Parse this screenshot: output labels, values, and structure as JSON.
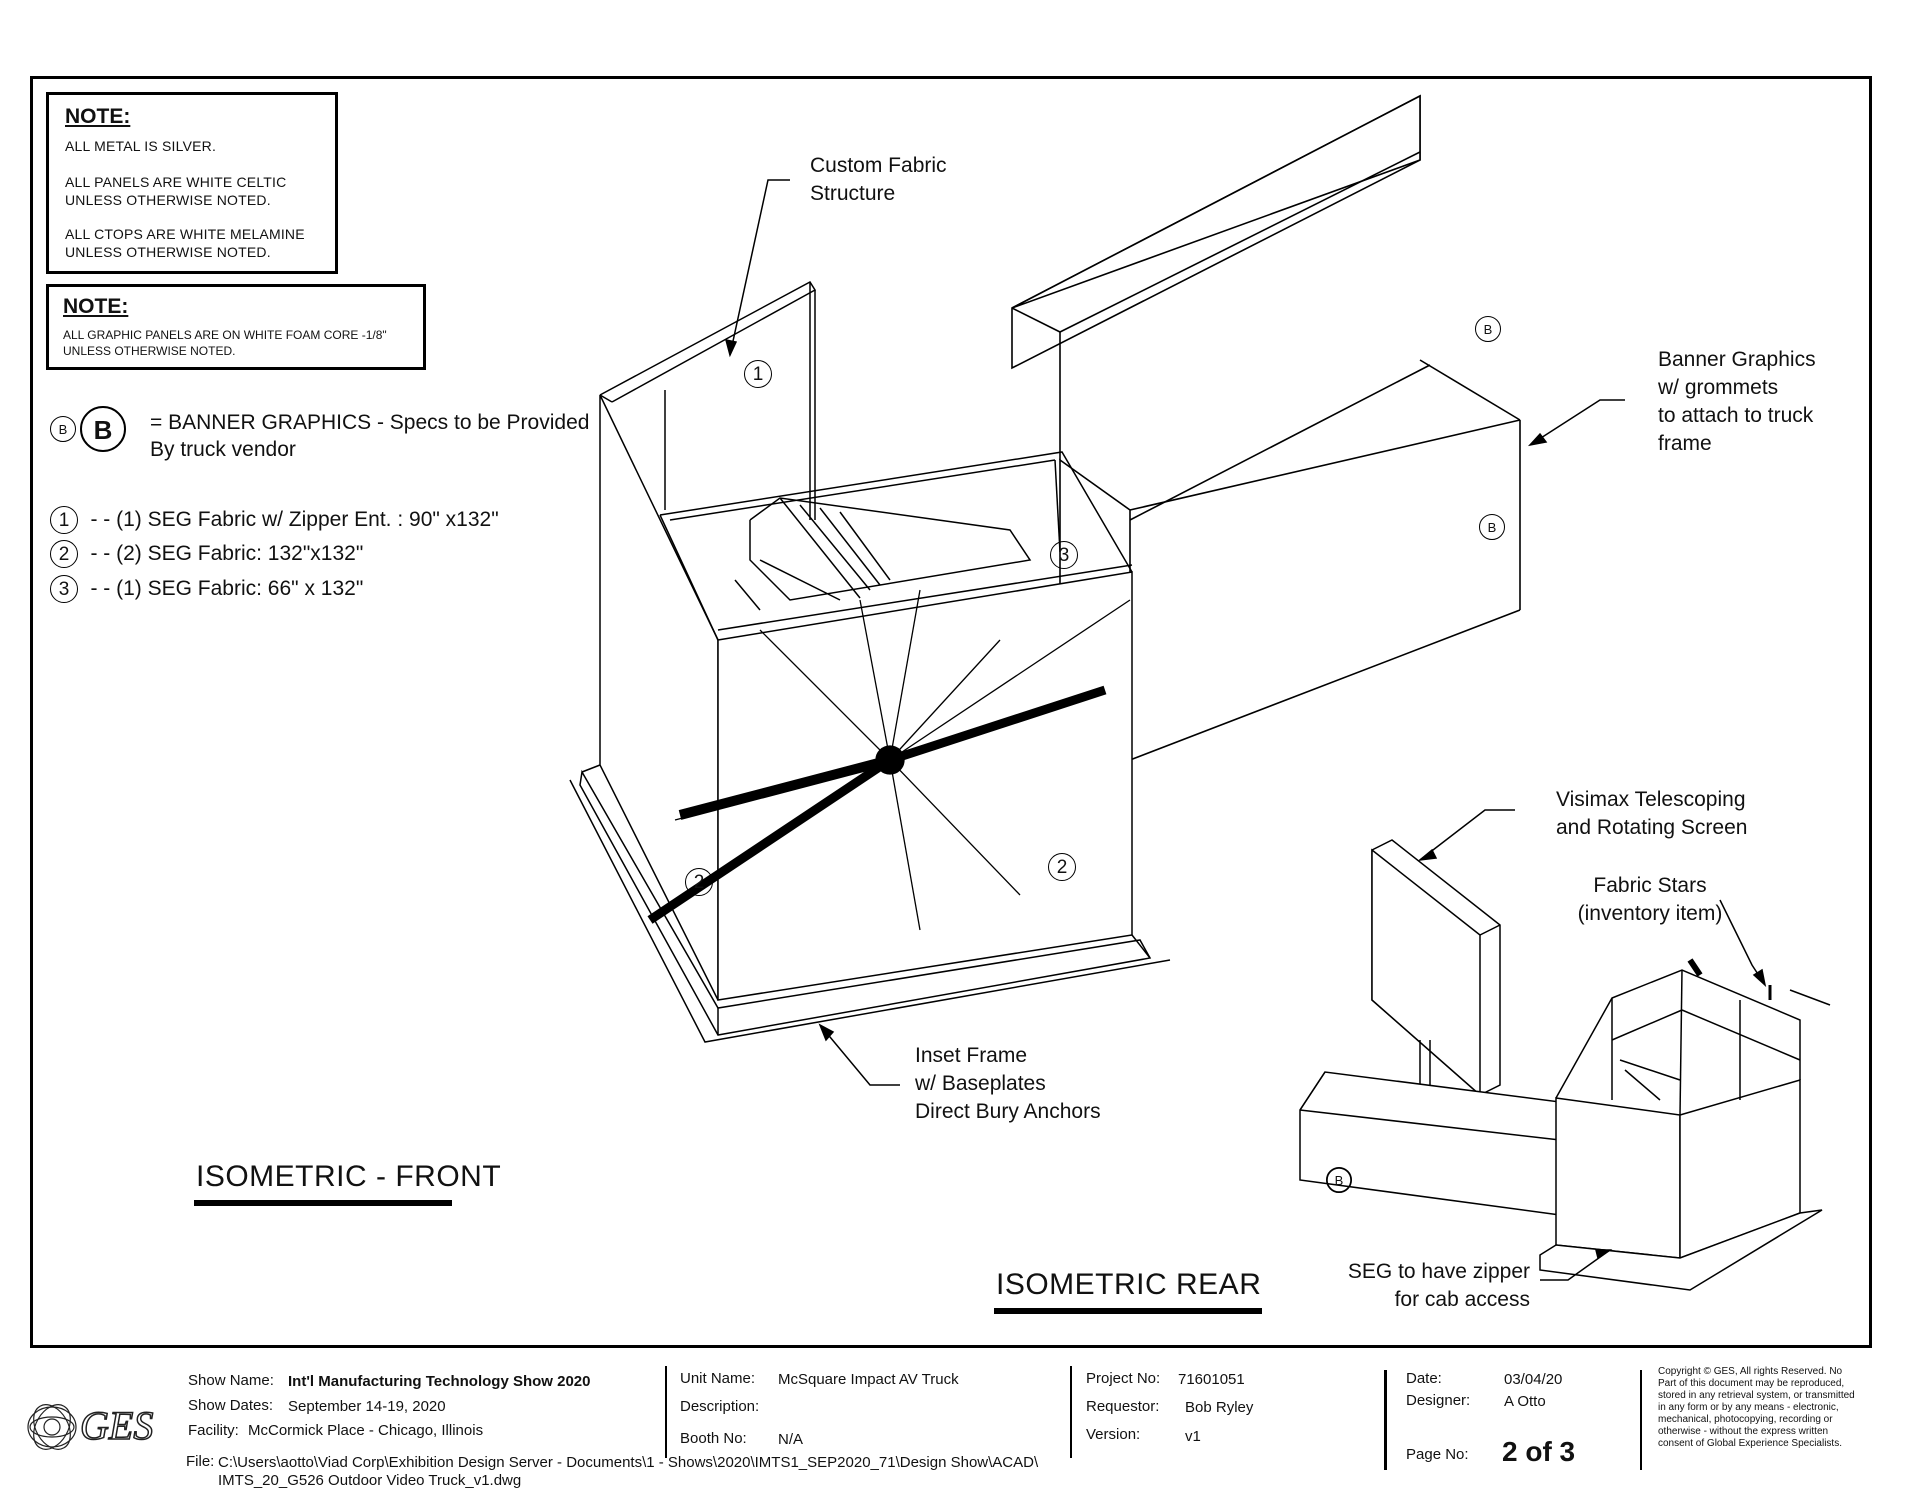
{
  "notes": {
    "note1": {
      "title": "NOTE:",
      "lines": [
        "ALL METAL IS SILVER.",
        "ALL PANELS ARE WHITE CELTIC",
        "UNLESS OTHERWISE NOTED.",
        "ALL CTOPS ARE WHITE MELAMINE",
        "UNLESS OTHERWISE NOTED."
      ]
    },
    "note2": {
      "title": "NOTE:",
      "lines": [
        "ALL GRAPHIC PANELS ARE ON WHITE FOAM CORE -1/8\"",
        "UNLESS OTHERWISE NOTED."
      ]
    }
  },
  "legend": {
    "banner_small": "B",
    "banner_big": "B",
    "banner_text1": "= BANNER GRAPHICS - Specs to be Provided",
    "banner_text2": "By truck vendor",
    "items": [
      {
        "num": "1",
        "text": "- - (1) SEG Fabric w/ Zipper Ent. : 90\" x132\""
      },
      {
        "num": "2",
        "text": "- - (2) SEG Fabric: 132\"x132\""
      },
      {
        "num": "3",
        "text": "- - (1) SEG Fabric: 66\" x 132\""
      }
    ]
  },
  "callouts": {
    "custom_fabric": [
      "Custom Fabric",
      "Structure"
    ],
    "banner_graphics": [
      "Banner Graphics",
      "w/ grommets",
      "to attach to truck",
      "frame"
    ],
    "inset_frame": [
      "Inset Frame",
      "w/ Baseplates",
      "Direct Bury Anchors"
    ],
    "visimax": [
      "Visimax Telescoping",
      "and Rotating Screen"
    ],
    "fabric_stars": [
      "Fabric Stars",
      "(inventory item)"
    ],
    "seg_zipper": [
      "SEG to have zipper",
      "for cab access"
    ]
  },
  "markers": {
    "m1": "1",
    "m2a": "2",
    "m2b": "2",
    "m3": "3",
    "b1": "B",
    "b2": "B",
    "b3": "B"
  },
  "views": {
    "front": "ISOMETRIC - FRONT",
    "rear": "ISOMETRIC REAR"
  },
  "title_block": {
    "logo": "GES",
    "show_name_label": "Show Name:",
    "show_name": "Int'l Manufacturing Technology Show 2020",
    "show_dates_label": "Show Dates:",
    "show_dates": "September 14-19, 2020",
    "facility_label": "Facility:",
    "facility": "McCormick Place - Chicago, Illinois",
    "unit_name_label": "Unit Name:",
    "unit_name": "McSquare Impact AV Truck",
    "description_label": "Description:",
    "description": "",
    "booth_label": "Booth No:",
    "booth": "N/A",
    "project_label": "Project No:",
    "project": "71601051",
    "requestor_label": "Requestor:",
    "requestor": "Bob Ryley",
    "version_label": "Version:",
    "version": "v1",
    "date_label": "Date:",
    "date": "03/04/20",
    "designer_label": "Designer:",
    "designer": "A Otto",
    "page_label": "Page No:",
    "page": "2 of 3",
    "file_label": "File:",
    "file_line1": "C:\\Users\\aotto\\Viad Corp\\Exhibition Design Server - Documents\\1 - Shows\\2020\\IMTS1_SEP2020_71\\Design Show\\ACAD\\",
    "file_line2": "IMTS_20_G526 Outdoor Video Truck_v1.dwg",
    "copyright": [
      "Copyright © GES, All rights Reserved. No",
      "Part of this document may be reproduced,",
      "stored in any retrieval system, or transmitted",
      "in any form or by any means - electronic,",
      "mechanical, photocopying, recording or",
      "otherwise - without the express written",
      "consent of Global Experience Specialists."
    ]
  }
}
